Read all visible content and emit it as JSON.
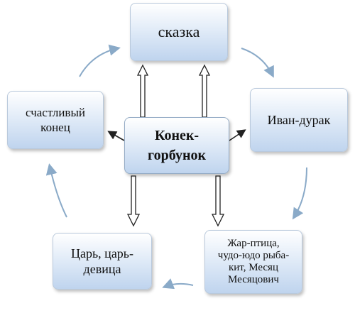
{
  "nodes": {
    "top": "сказка",
    "right": "Иван-дурак",
    "bottom_right": "Жар-птица,\nчудо-юдо рыба-\nкит, Месяц\nМесяцович",
    "bottom_left": "Царь, царь-\nдевица",
    "left": "счастливый\nконец",
    "center": "Конек-\nгорбунок"
  },
  "colors": {
    "node_fill_top": "#ffffff",
    "node_fill_bottom": "#bfd4ee",
    "cycle_arrow": "#8aaac8",
    "connector": "#222222"
  }
}
